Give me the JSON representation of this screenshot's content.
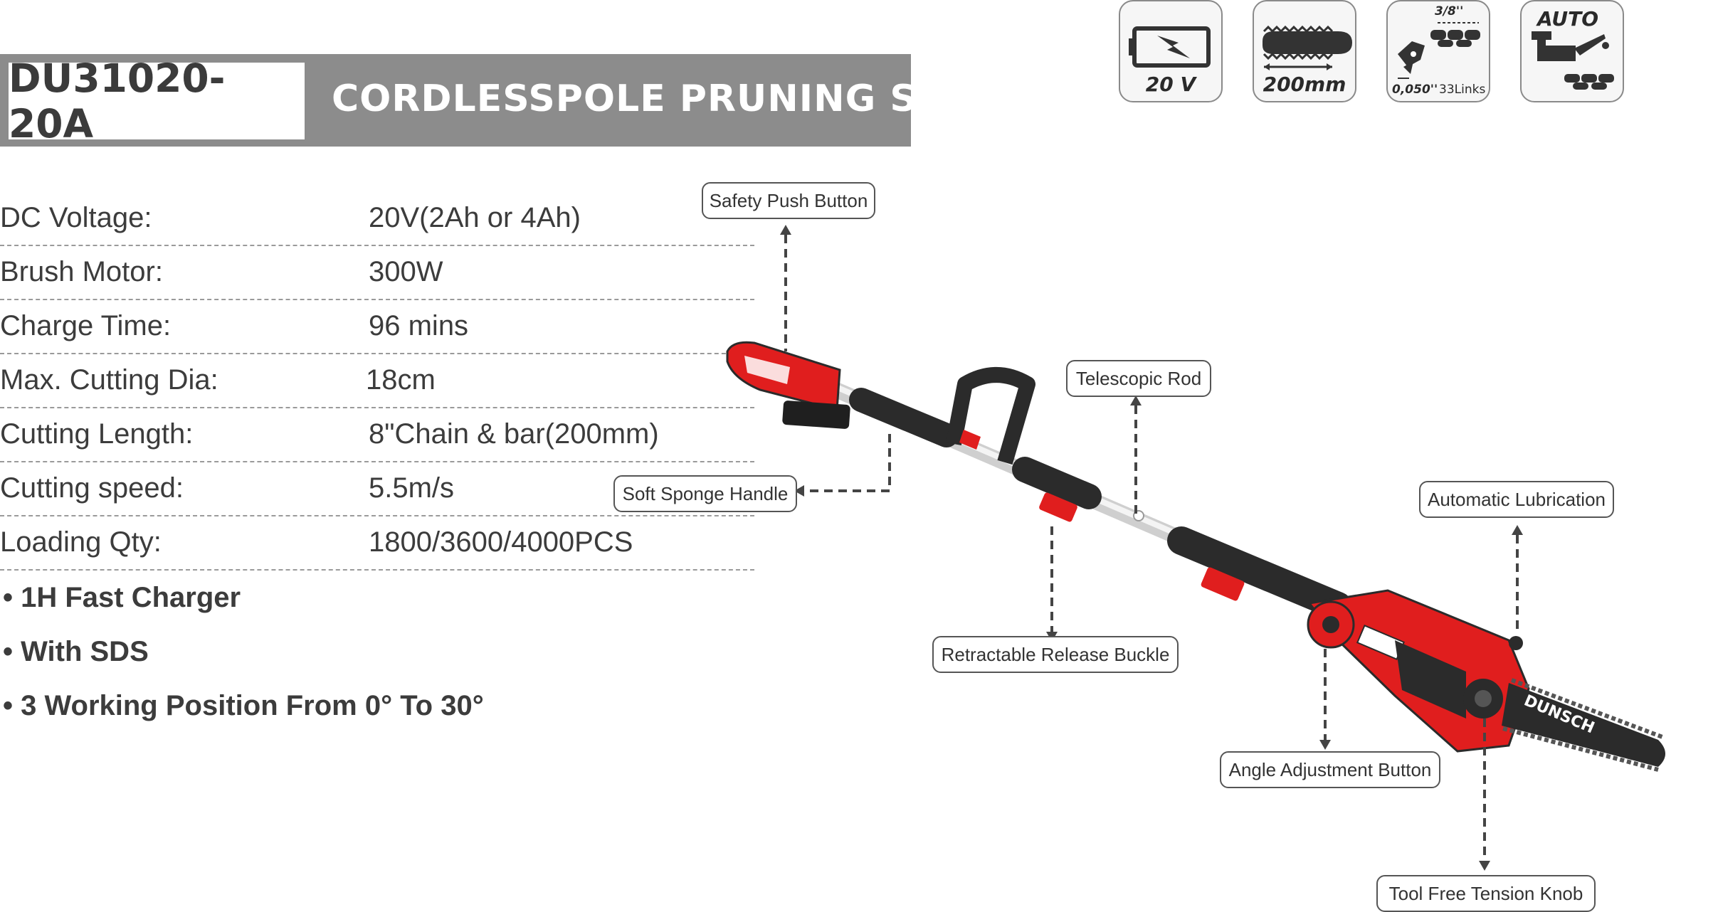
{
  "header": {
    "model": "DU31020-20A",
    "title": "CORDLESSPOLE PRUNING SAW"
  },
  "specs": [
    {
      "label": "DC Voltage:",
      "value": "20V(2Ah or 4Ah)"
    },
    {
      "label": "Brush Motor:",
      "value": "300W"
    },
    {
      "label": "Charge Time:",
      "value": "96 mins"
    },
    {
      "label": "Max. Cutting Dia:",
      "value": "18cm"
    },
    {
      "label": "Cutting Length:",
      "value": "8\"Chain & bar(200mm)"
    },
    {
      "label": "Cutting speed:",
      "value": " 5.5m/s"
    },
    {
      "label": "Loading Qty:",
      "value": "1800/3600/4000PCS"
    }
  ],
  "bullets": [
    "• 1H Fast Charger",
    "• With SDS",
    "• 3 Working Position From 0° To 30°"
  ],
  "icons": {
    "battery": {
      "icon": "battery-icon",
      "text": "20 V"
    },
    "bar": {
      "icon": "chain-bar-icon",
      "text": "200mm"
    },
    "chain": {
      "icon": "chain-pitch-icon",
      "pitch": "3/8''",
      "gauge": "0,050''",
      "links": "33Links"
    },
    "oil": {
      "icon": "oil-can-icon",
      "text": "AUTO"
    }
  },
  "callouts": {
    "safety": "Safety Push Button",
    "telescopic": "Telescopic Rod",
    "sponge": "Soft Sponge Handle",
    "lubrication": "Automatic Lubrication",
    "buckle": "Retractable Release Buckle",
    "angle": "Angle Adjustment Button",
    "tension": "Tool Free Tension Knob"
  },
  "product": {
    "brand": "DUNSCH",
    "accent": "#e01e1e",
    "dark": "#2b2b2b"
  }
}
